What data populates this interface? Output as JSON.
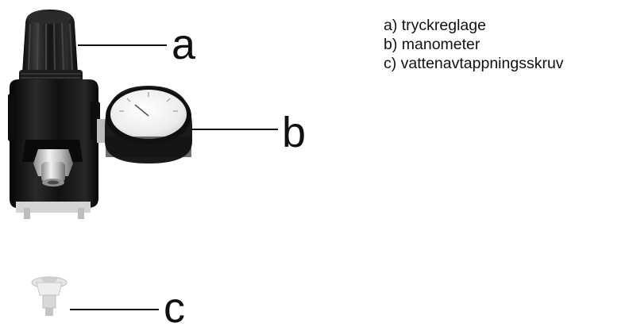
{
  "callouts": {
    "a": "a",
    "b": "b",
    "c": "c"
  },
  "legend": {
    "items": [
      "a) tryckreglage",
      "b) manometer",
      "c) vattenavtappningsskruv"
    ]
  },
  "colors": {
    "body": "#161616",
    "line": "#111111",
    "gauge_face": "#f4f4f4",
    "fitting": "#d9d9d9",
    "background": "#ffffff"
  }
}
